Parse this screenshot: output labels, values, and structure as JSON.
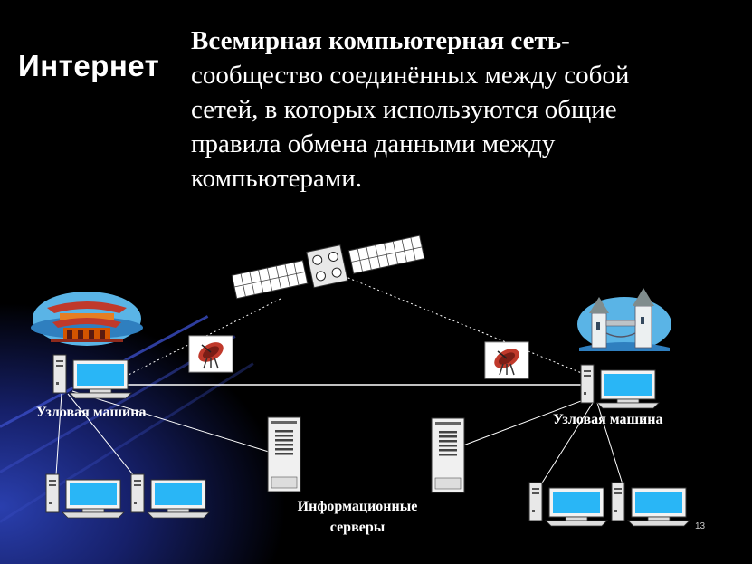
{
  "slide": {
    "title": "Интернет",
    "definition_lead": "Всемирная компьютерная сеть-",
    "definition_rest": "сообщество соединённых между собой сетей, в которых используются общие правила обмена данными между компьютерами.",
    "page_number": "13"
  },
  "diagram": {
    "left_node_label": "Узловая машина",
    "right_node_label": "Узловая машина",
    "servers_label_line1": "Информационные",
    "servers_label_line2": "серверы"
  },
  "colors": {
    "background": "#000000",
    "screen": "#29b6f6",
    "case": "#e6e6e6",
    "accent_glow": "#2a3fae"
  },
  "icons": [
    "satellite-icon",
    "satellite-dish-icon",
    "pagoda-icon",
    "tower-bridge-icon",
    "desktop-computer-icon",
    "server-tower-icon"
  ]
}
